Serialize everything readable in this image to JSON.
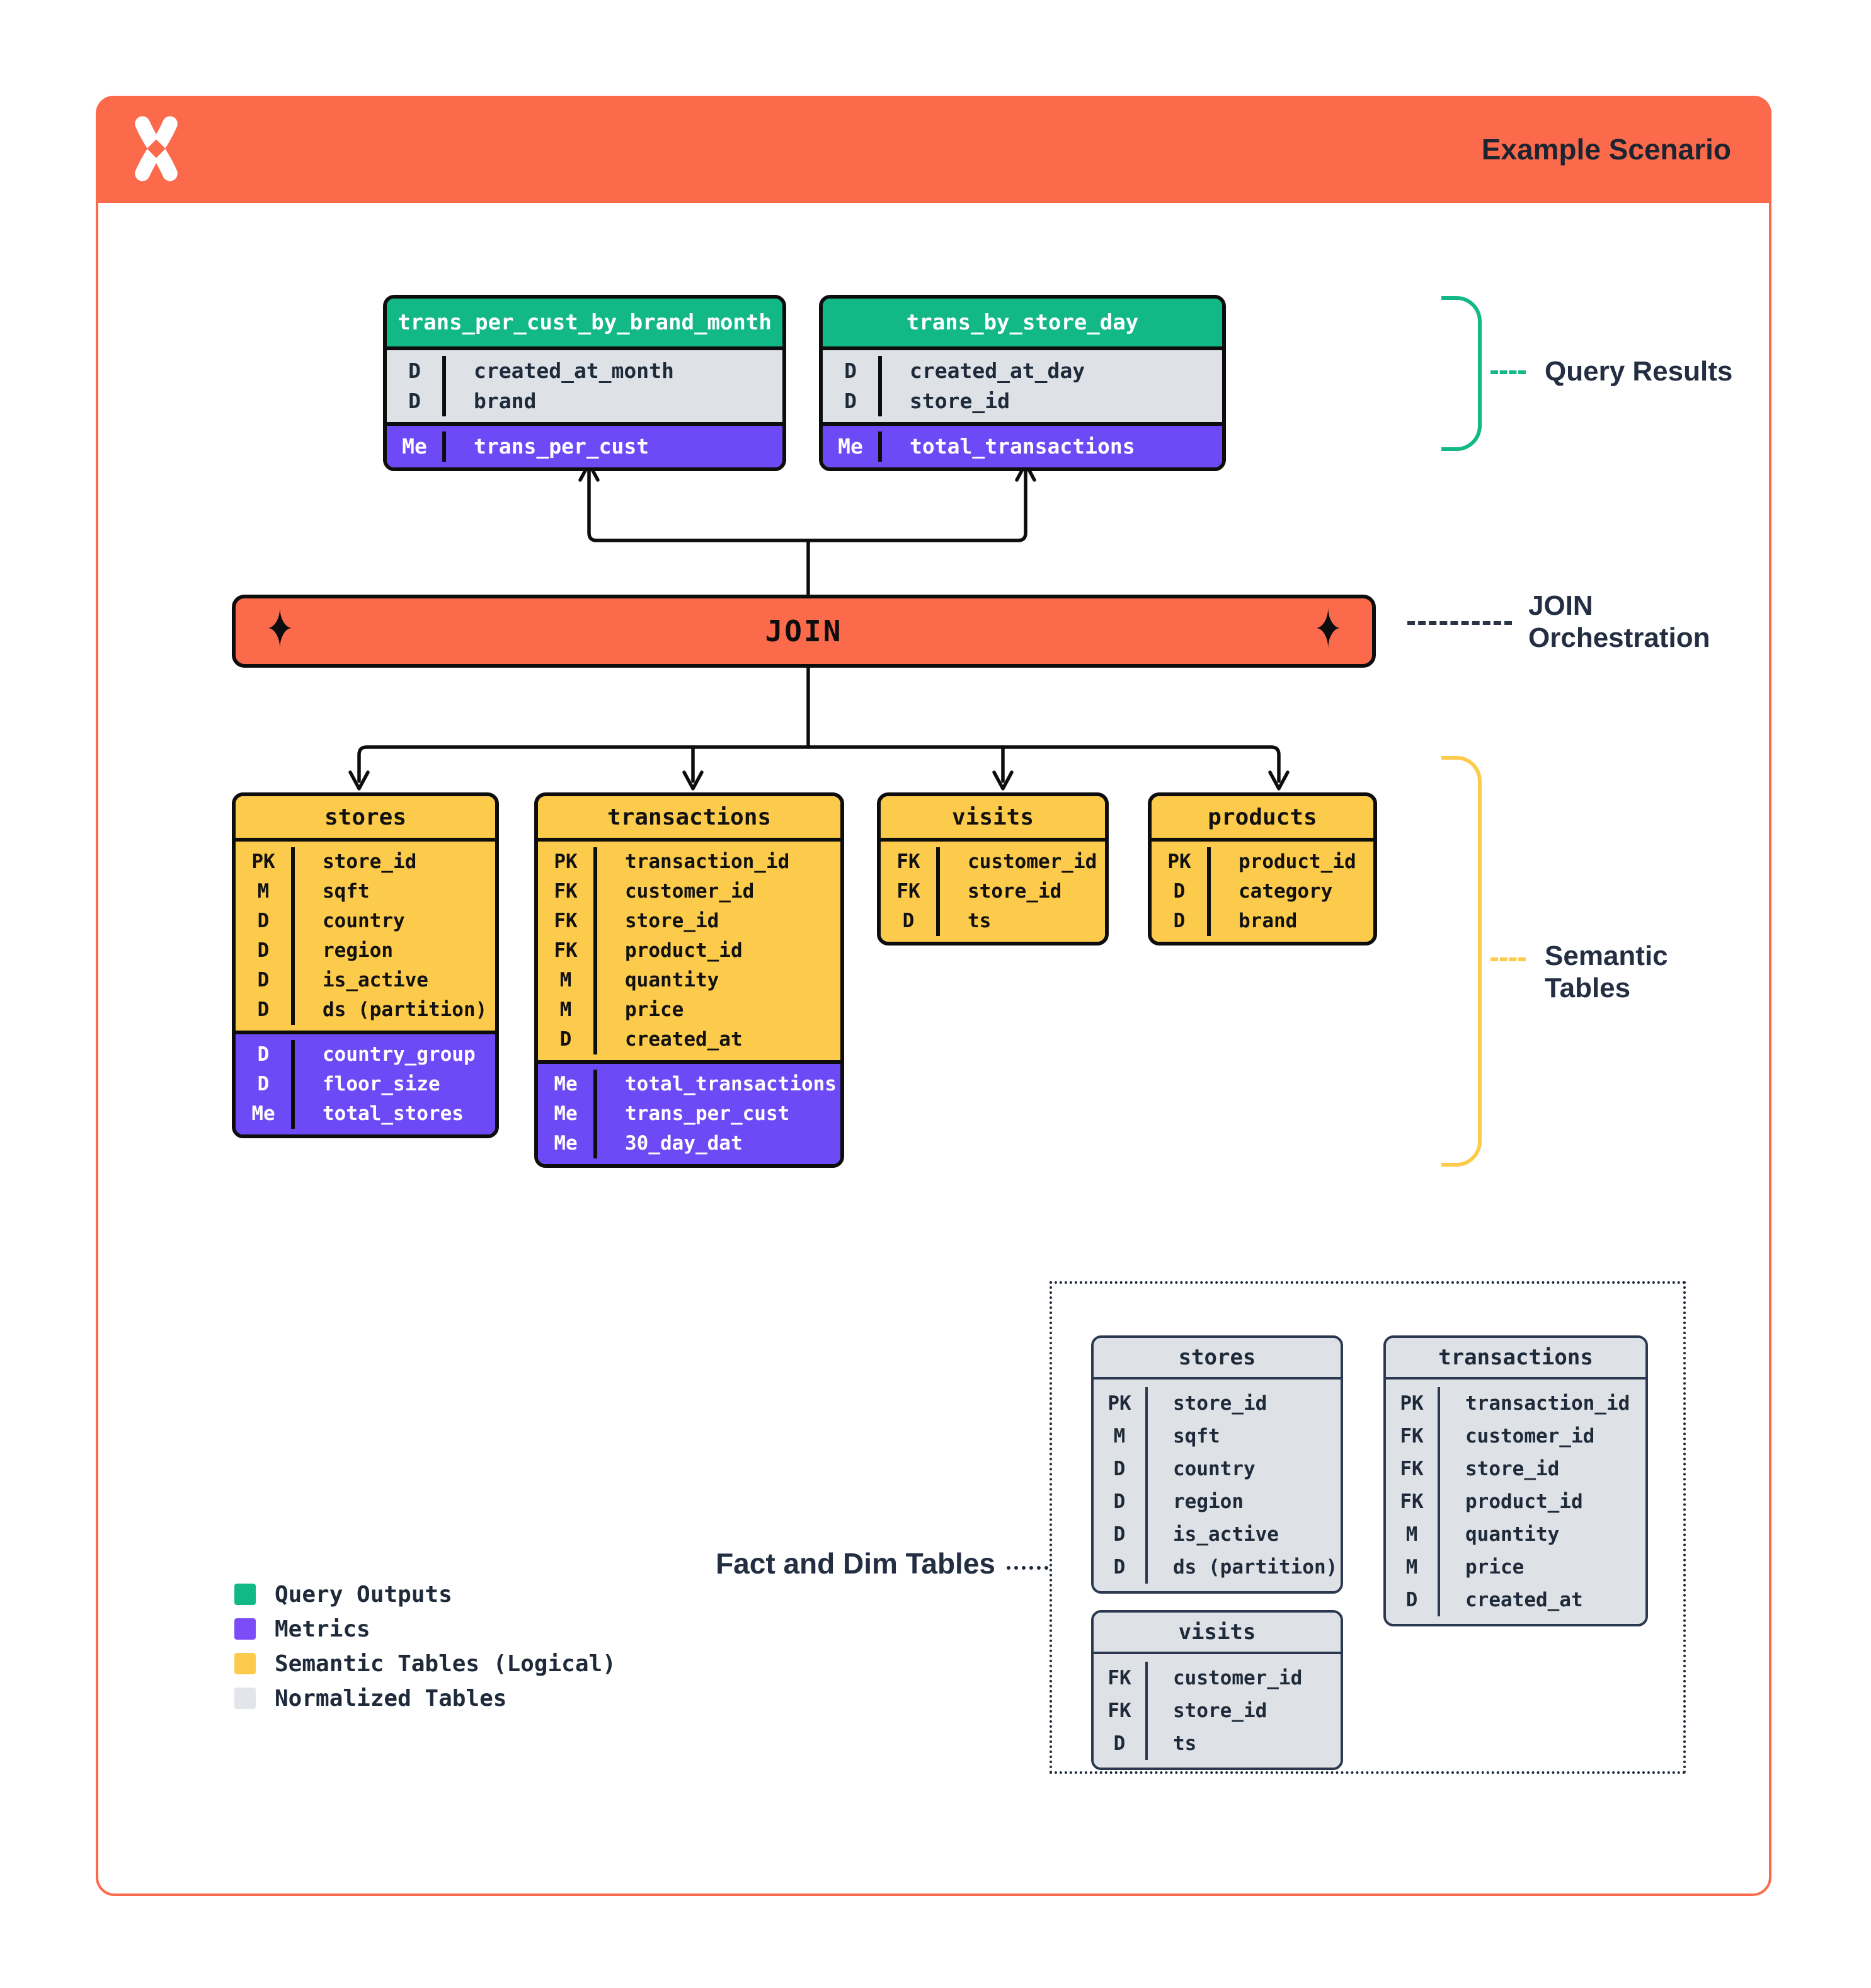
{
  "header": {
    "title": "Example Scenario"
  },
  "join_bar": {
    "label": "JOIN",
    "ornament": "✦"
  },
  "labels": {
    "query_results": "Query Results",
    "join_orchestration": "JOIN\nOrchestration",
    "semantic_tables": "Semantic\nTables",
    "fact_and_dim": "Fact and Dim Tables"
  },
  "result_tables": [
    {
      "name": "trans_per_cust_by_brand_month",
      "sections": [
        {
          "style": "plain",
          "rows": [
            [
              "D",
              "created_at_month"
            ],
            [
              "D",
              "brand"
            ]
          ]
        },
        {
          "style": "metric",
          "rows": [
            [
              "Me",
              "trans_per_cust"
            ]
          ]
        }
      ]
    },
    {
      "name": "trans_by_store_day",
      "sections": [
        {
          "style": "plain",
          "rows": [
            [
              "D",
              "created_at_day"
            ],
            [
              "D",
              "store_id"
            ]
          ]
        },
        {
          "style": "metric",
          "rows": [
            [
              "Me",
              "total_transactions"
            ]
          ]
        }
      ]
    }
  ],
  "semantic_tables": [
    {
      "name": "stores",
      "sections": [
        {
          "style": "semantic",
          "rows": [
            [
              "PK",
              "store_id"
            ],
            [
              "M",
              "sqft"
            ],
            [
              "D",
              "country"
            ],
            [
              "D",
              "region"
            ],
            [
              "D",
              "is_active"
            ],
            [
              "D",
              "ds (partition)"
            ]
          ]
        },
        {
          "style": "metric",
          "rows": [
            [
              "D",
              "country_group"
            ],
            [
              "D",
              "floor_size"
            ],
            [
              "Me",
              "total_stores"
            ]
          ]
        }
      ]
    },
    {
      "name": "transactions",
      "sections": [
        {
          "style": "semantic",
          "rows": [
            [
              "PK",
              "transaction_id"
            ],
            [
              "FK",
              "customer_id"
            ],
            [
              "FK",
              "store_id"
            ],
            [
              "FK",
              "product_id"
            ],
            [
              "M",
              "quantity"
            ],
            [
              "M",
              "price"
            ],
            [
              "D",
              "created_at"
            ]
          ]
        },
        {
          "style": "metric",
          "rows": [
            [
              "Me",
              "total_transactions"
            ],
            [
              "Me",
              "trans_per_cust"
            ],
            [
              "Me",
              "30_day_dat"
            ]
          ]
        }
      ]
    },
    {
      "name": "visits",
      "sections": [
        {
          "style": "semantic",
          "rows": [
            [
              "FK",
              "customer_id"
            ],
            [
              "FK",
              "store_id"
            ],
            [
              "D",
              "ts"
            ]
          ]
        }
      ]
    },
    {
      "name": "products",
      "sections": [
        {
          "style": "semantic",
          "rows": [
            [
              "PK",
              "product_id"
            ],
            [
              "D",
              "category"
            ],
            [
              "D",
              "brand"
            ]
          ]
        }
      ]
    }
  ],
  "normalized_tables": [
    {
      "name": "stores",
      "sections": [
        {
          "style": "norm",
          "rows": [
            [
              "PK",
              "store_id"
            ],
            [
              "M",
              "sqft"
            ],
            [
              "D",
              "country"
            ],
            [
              "D",
              "region"
            ],
            [
              "D",
              "is_active"
            ],
            [
              "D",
              "ds (partition)"
            ]
          ]
        }
      ]
    },
    {
      "name": "transactions",
      "sections": [
        {
          "style": "norm",
          "rows": [
            [
              "PK",
              "transaction_id"
            ],
            [
              "FK",
              "customer_id"
            ],
            [
              "FK",
              "store_id"
            ],
            [
              "FK",
              "product_id"
            ],
            [
              "M",
              "quantity"
            ],
            [
              "M",
              "price"
            ],
            [
              "D",
              "created_at"
            ]
          ]
        }
      ]
    },
    {
      "name": "visits",
      "sections": [
        {
          "style": "norm",
          "rows": [
            [
              "FK",
              "customer_id"
            ],
            [
              "FK",
              "store_id"
            ],
            [
              "D",
              "ts"
            ]
          ]
        }
      ]
    }
  ],
  "legend": {
    "items": [
      {
        "color": "#12B886",
        "label": "Query Outputs"
      },
      {
        "color": "#7B4CF7",
        "label": "Metrics"
      },
      {
        "color": "#FDCB4C",
        "label": "Semantic Tables (Logical)"
      },
      {
        "color": "#E2E5E9",
        "label": "Normalized Tables"
      }
    ]
  },
  "colors": {
    "accent_orange": "#FC6A4C",
    "green": "#12B886",
    "purple": "#6D4AF6",
    "yellow": "#FDCB4C",
    "gray_row": "#DEE1E5",
    "ink": "#0D0D0D",
    "navy": "#1E2A3A"
  }
}
